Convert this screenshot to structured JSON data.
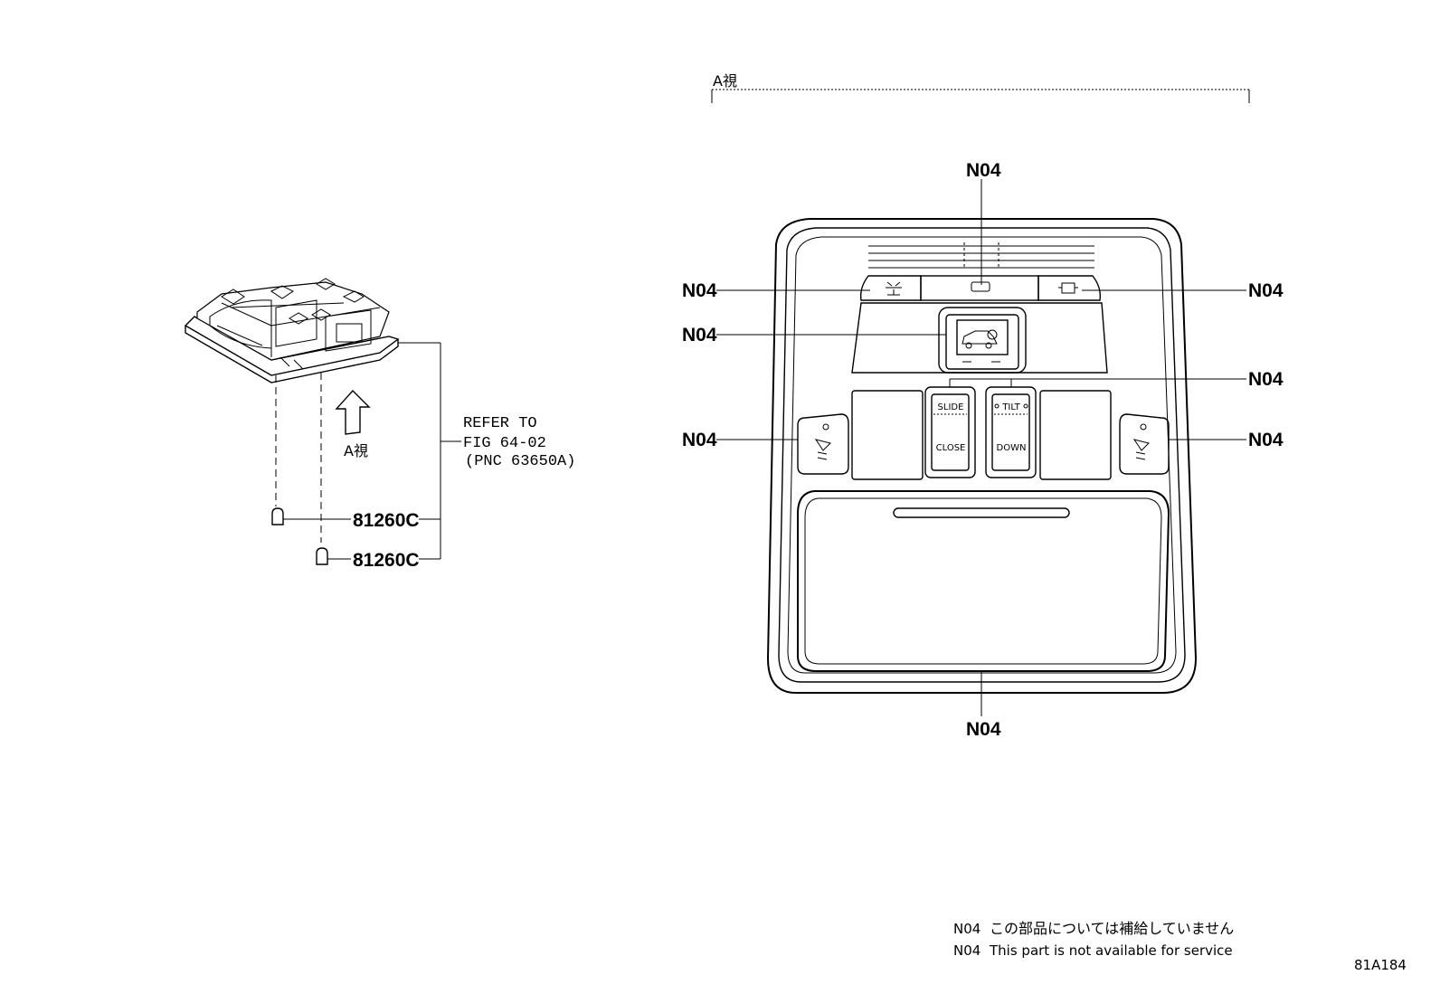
{
  "view_label": "A視",
  "callout_code": "N04",
  "parts": {
    "bulb_upper": "81260C",
    "bulb_lower": "81260C"
  },
  "refer": {
    "line1": "REFER TO",
    "line2": "FIG 64-02",
    "line3": "(PNC 63650A)"
  },
  "console_buttons": {
    "slide": "SLIDE",
    "close": "CLOSE",
    "tilt": "TILT",
    "down": "DOWN"
  },
  "notes": {
    "jp": "この部品については補給していません",
    "en": "This part is not available for service"
  },
  "figure_id": "81A184"
}
